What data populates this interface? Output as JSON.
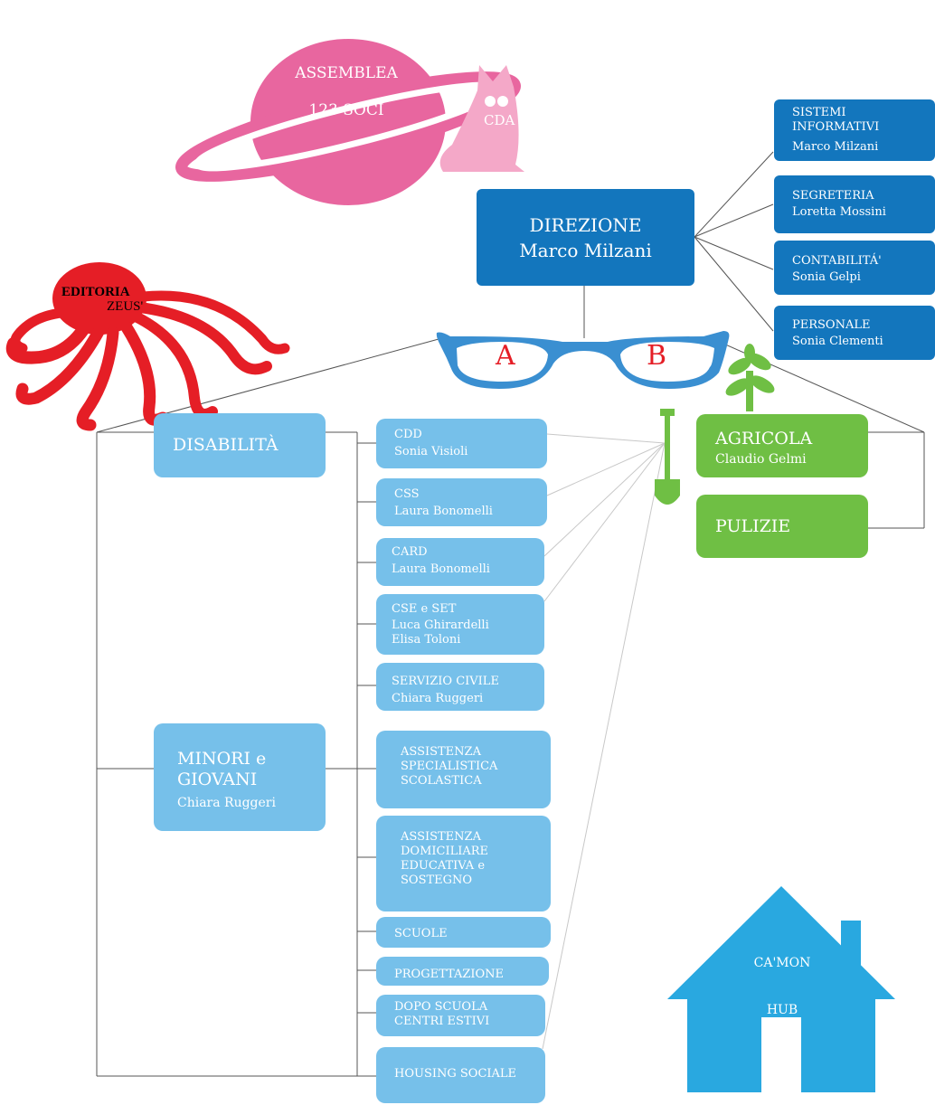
{
  "assembly": {
    "line1": "ASSEMBLEA",
    "line2": "123 SOCI"
  },
  "cda": "CDA",
  "direction": {
    "title": "DIREZIONE",
    "name": "Marco Milzani"
  },
  "staff": [
    {
      "title": "SISTEMI\nINFORMATIVI",
      "name": "Marco Milzani"
    },
    {
      "title": "SEGRETERIA",
      "name": "Loretta Mossini"
    },
    {
      "title": "CONTABILITÁ'",
      "name": "Sonia Gelpi"
    },
    {
      "title": "PERSONALE",
      "name": "Sonia Clementi"
    }
  ],
  "editoria": {
    "line1": "EDITORIA",
    "line2": "ZEUS'"
  },
  "glasses": {
    "left": "A",
    "right": "B"
  },
  "areas": {
    "disabilita": {
      "title": "DISABILITÀ"
    },
    "minori": {
      "title": "MINORI e\nGIOVANI",
      "name": "Chiara Ruggeri"
    }
  },
  "services": [
    {
      "title": "CDD",
      "name": "Sonia Visioli"
    },
    {
      "title": "CSS",
      "name": "Laura Bonomelli"
    },
    {
      "title": "CARD",
      "name": "Laura Bonomelli"
    },
    {
      "title": "CSE e SET",
      "name": "Luca Ghirardelli\nElisa Toloni"
    },
    {
      "title": "SERVIZIO CIVILE",
      "name": "Chiara Ruggeri"
    },
    {
      "title": "ASSISTENZA\nSPECIALISTICA\nSCOLASTICA",
      "name": ""
    },
    {
      "title": "ASSISTENZA\nDOMICILIARE\nEDUCATIVA e\nSOSTEGNO",
      "name": ""
    },
    {
      "title": "SCUOLE",
      "name": ""
    },
    {
      "title": "PROGETTAZIONE",
      "name": ""
    },
    {
      "title": "DOPO SCUOLA\nCENTRI ESTIVI",
      "name": ""
    },
    {
      "title": "HOUSING SOCIALE",
      "name": ""
    }
  ],
  "agricola": {
    "title": "AGRICOLA",
    "name": "Claudio Gelmi"
  },
  "pulizie": {
    "title": "PULIZIE"
  },
  "hub": {
    "line1": "CA'MON",
    "line2": "HUB"
  },
  "colors": {
    "dark_blue": "#1376bd",
    "light_blue": "#76c0ea",
    "green": "#6fbf44",
    "pink": "#e8669f",
    "red": "#e51e26",
    "sky": "#29a8e0"
  }
}
